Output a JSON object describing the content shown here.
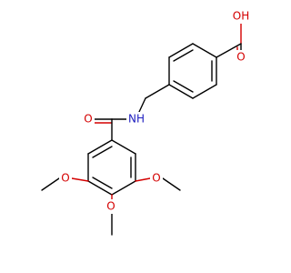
{
  "colors": {
    "background": "#ffffff",
    "carbon_bond": "#000000",
    "oxygen": "#d40000",
    "nitrogen": "#2020c0"
  },
  "labels": {
    "hydroxyl": "OH",
    "carboxyl_oxygen": "O",
    "amide_oxygen": "O",
    "amide_nh": "NH",
    "methoxy_left": "O",
    "methoxy_bottom": "O",
    "methoxy_right": "O"
  }
}
